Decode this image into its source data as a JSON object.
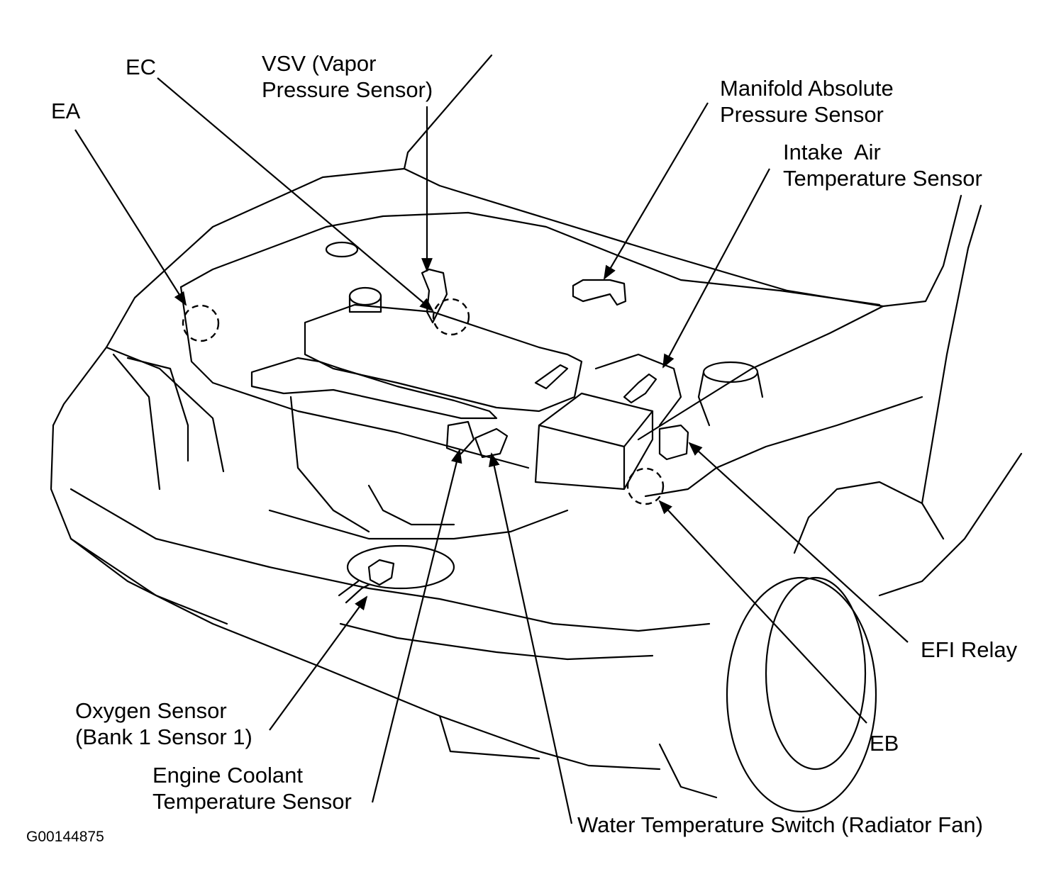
{
  "labels": {
    "ec": "EC",
    "ea": "EA",
    "vsv_line1": "VSV (Vapor",
    "vsv_line2": "Pressure Sensor)",
    "map_line1": "Manifold Absolute",
    "map_line2": "Pressure Sensor",
    "iat_line1": "Intake  Air",
    "iat_line2": "Temperature Sensor",
    "efi_relay": "EFI Relay",
    "eb": "EB",
    "oxygen_line1": "Oxygen Sensor",
    "oxygen_line2": "(Bank 1 Sensor 1)",
    "ect_line1": "Engine Coolant",
    "ect_line2": "Temperature Sensor",
    "water_switch": "Water Temperature Switch (Radiator Fan)"
  },
  "figure_id": "G00144875"
}
